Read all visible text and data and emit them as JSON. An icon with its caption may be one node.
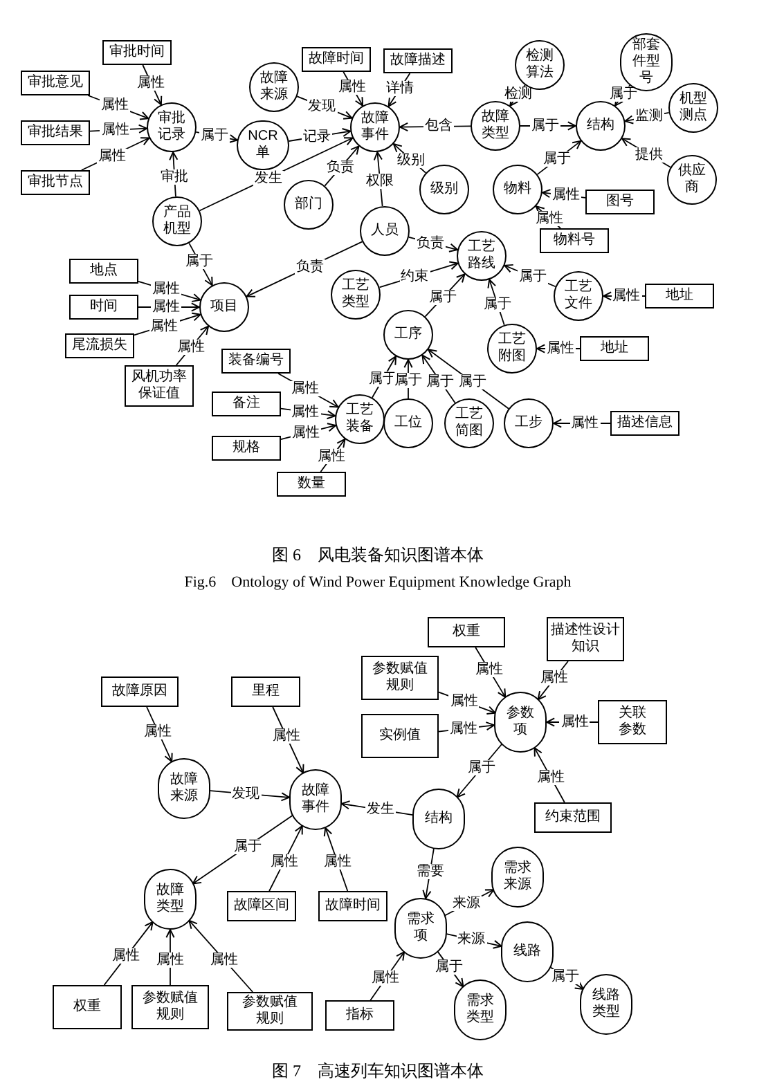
{
  "diagram": {
    "nodes": [
      {
        "text": [
          "审批时间"
        ]
      },
      {
        "text": [
          "审批意见"
        ]
      },
      {
        "text": [
          "审批结果"
        ]
      },
      {
        "text": [
          "审批节点"
        ]
      },
      {
        "text": [
          "审批记录"
        ]
      },
      {
        "text": [
          "NCR单"
        ]
      },
      {
        "text": [
          "故障来源"
        ]
      },
      {
        "text": [
          "故障时间"
        ]
      },
      {
        "text": [
          "故障描述"
        ]
      },
      {
        "text": [
          "故障事件"
        ]
      },
      {
        "text": [
          "检测算法"
        ]
      },
      {
        "text": [
          "部套件型号"
        ]
      },
      {
        "text": [
          "机型测点"
        ]
      },
      {
        "text": [
          "故障类型"
        ]
      },
      {
        "text": [
          "结构"
        ]
      },
      {
        "text": [
          "供应商"
        ]
      },
      {
        "text": [
          "级别"
        ]
      },
      {
        "text": [
          "物料"
        ]
      },
      {
        "text": [
          "图号"
        ]
      },
      {
        "text": [
          "物料号"
        ]
      },
      {
        "text": [
          "部门"
        ]
      },
      {
        "text": [
          "产品机型"
        ]
      },
      {
        "text": [
          "人员"
        ]
      },
      {
        "text": [
          "工艺路线"
        ]
      },
      {
        "text": [
          "地点"
        ]
      },
      {
        "text": [
          "项目"
        ]
      },
      {
        "text": [
          "时间"
        ]
      },
      {
        "text": [
          "工艺类型"
        ]
      },
      {
        "text": [
          "工艺文件"
        ]
      },
      {
        "text": [
          "地址"
        ]
      },
      {
        "text": [
          "尾流损失"
        ]
      },
      {
        "text": [
          "工序"
        ]
      },
      {
        "text": [
          "工艺附图"
        ]
      },
      {
        "text": [
          "地址"
        ]
      },
      {
        "text": [
          "风机功率保证值"
        ]
      },
      {
        "text": [
          "装备编号"
        ]
      },
      {
        "text": [
          "备注"
        ]
      },
      {
        "text": [
          "工艺装备"
        ]
      },
      {
        "text": [
          "工位"
        ]
      },
      {
        "text": [
          "工艺简图"
        ]
      },
      {
        "text": [
          "工步"
        ]
      },
      {
        "text": [
          "描述信息"
        ]
      },
      {
        "text": [
          "规格"
        ]
      },
      {
        "text": [
          "数量"
        ]
      },
      {
        "text": [
          "权重"
        ]
      },
      {
        "text": [
          "描述性设计知识"
        ]
      },
      {
        "text": [
          "参数赋值规则"
        ]
      },
      {
        "text": [
          "故障原因"
        ]
      },
      {
        "text": [
          "里程"
        ]
      },
      {
        "text": [
          "参数项"
        ]
      },
      {
        "text": [
          "关联参数"
        ]
      },
      {
        "text": [
          "实例值"
        ]
      },
      {
        "text": [
          "故障来源"
        ]
      },
      {
        "text": [
          "故障事件"
        ]
      },
      {
        "text": [
          "结构"
        ]
      },
      {
        "text": [
          "约束范围"
        ]
      },
      {
        "text": [
          "故障类型"
        ]
      },
      {
        "text": [
          "故障区间"
        ]
      },
      {
        "text": [
          "故障时间"
        ]
      },
      {
        "text": [
          "需求来源"
        ]
      },
      {
        "text": [
          "需求项"
        ]
      },
      {
        "text": [
          "线路"
        ]
      },
      {
        "text": [
          "权重"
        ]
      },
      {
        "text": [
          "参数赋值规则"
        ]
      },
      {
        "text": [
          "参数赋值规则"
        ]
      },
      {
        "text": [
          "指标"
        ]
      },
      {
        "text": [
          "需求类型"
        ]
      },
      {
        "text": [
          "线路类型"
        ]
      }
    ],
    "edges": [
      {
        "from": 0,
        "to": 4,
        "label": "属性",
        "arrow": "to"
      },
      {
        "from": 1,
        "to": 4,
        "label": "属性",
        "arrow": "to"
      },
      {
        "from": 2,
        "to": 4,
        "label": "属性",
        "arrow": "to"
      },
      {
        "from": 3,
        "to": 4,
        "label": "属性",
        "arrow": "to"
      },
      {
        "from": 4,
        "to": 5,
        "label": "属于",
        "arrow": "to"
      },
      {
        "from": 5,
        "to": 9,
        "label": "记录",
        "arrow": "to"
      },
      {
        "from": 6,
        "to": 9,
        "label": "发现",
        "arrow": "to"
      },
      {
        "from": 7,
        "to": 9,
        "label": "属性",
        "arrow": "to"
      },
      {
        "from": 8,
        "to": 9,
        "label": "详情",
        "arrow": "to"
      },
      {
        "from": 13,
        "to": 9,
        "label": "包含",
        "arrow": "to"
      },
      {
        "from": 10,
        "to": 13,
        "label": "检测",
        "arrow": "to"
      },
      {
        "from": 13,
        "to": 14,
        "label": "属于",
        "arrow": "to"
      },
      {
        "from": 11,
        "to": 14,
        "label": "属于",
        "arrow": "to"
      },
      {
        "from": 12,
        "to": 14,
        "label": "监测",
        "arrow": "to"
      },
      {
        "from": 15,
        "to": 14,
        "label": "提供",
        "arrow": "to"
      },
      {
        "from": 16,
        "to": 9,
        "label": "级别",
        "arrow": "to"
      },
      {
        "from": 17,
        "to": 14,
        "label": "属于",
        "arrow": "to"
      },
      {
        "from": 18,
        "to": 17,
        "label": "属性",
        "arrow": "to"
      },
      {
        "from": 19,
        "to": 17,
        "label": "属性",
        "arrow": "to"
      },
      {
        "from": 21,
        "to": 4,
        "label": "审批",
        "arrow": "to"
      },
      {
        "from": 21,
        "to": 9,
        "label": "发生",
        "arrow": "to"
      },
      {
        "from": 20,
        "to": 9,
        "label": "负责",
        "arrow": "to"
      },
      {
        "from": 22,
        "to": 9,
        "label": "权限",
        "arrow": "to"
      },
      {
        "from": 21,
        "to": 25,
        "label": "属于",
        "arrow": "to"
      },
      {
        "from": 22,
        "to": 25,
        "label": "负责",
        "arrow": "to"
      },
      {
        "from": 22,
        "to": 23,
        "label": "负责",
        "arrow": "to"
      },
      {
        "from": 24,
        "to": 25,
        "label": "属性",
        "arrow": "to"
      },
      {
        "from": 26,
        "to": 25,
        "label": "属性",
        "arrow": "to"
      },
      {
        "from": 30,
        "to": 25,
        "label": "属性",
        "arrow": "to"
      },
      {
        "from": 34,
        "to": 25,
        "label": "属性",
        "arrow": "to"
      },
      {
        "from": 27,
        "to": 23,
        "label": "约束",
        "arrow": "to"
      },
      {
        "from": 31,
        "to": 23,
        "label": "属于",
        "arrow": "to"
      },
      {
        "from": 32,
        "to": 23,
        "label": "属于",
        "arrow": "to"
      },
      {
        "from": 28,
        "to": 23,
        "label": "属于",
        "arrow": "to"
      },
      {
        "from": 29,
        "to": 28,
        "label": "属性",
        "arrow": "to"
      },
      {
        "from": 33,
        "to": 32,
        "label": "属性",
        "arrow": "to"
      },
      {
        "from": 37,
        "to": 31,
        "label": "属于",
        "arrow": "to"
      },
      {
        "from": 38,
        "to": 31,
        "label": "属于",
        "arrow": "to"
      },
      {
        "from": 39,
        "to": 31,
        "label": "属于",
        "arrow": "to"
      },
      {
        "from": 40,
        "to": 31,
        "label": "属于",
        "arrow": "to"
      },
      {
        "from": 41,
        "to": 40,
        "label": "属性",
        "arrow": "to"
      },
      {
        "from": 35,
        "to": 37,
        "label": "属性",
        "arrow": "to"
      },
      {
        "from": 36,
        "to": 37,
        "label": "属性",
        "arrow": "to"
      },
      {
        "from": 42,
        "to": 37,
        "label": "属性",
        "arrow": "to"
      },
      {
        "from": 43,
        "to": 37,
        "label": "属性",
        "arrow": "to"
      },
      {
        "from": 47,
        "to": 52,
        "label": "属性",
        "arrow": "to"
      },
      {
        "from": 48,
        "to": 53,
        "label": "属性",
        "arrow": "to"
      },
      {
        "from": 52,
        "to": 53,
        "label": "发现",
        "arrow": "to"
      },
      {
        "from": 54,
        "to": 53,
        "label": "发生",
        "arrow": "to"
      },
      {
        "from": 44,
        "to": 49,
        "label": "属性",
        "arrow": "to"
      },
      {
        "from": 46,
        "to": 49,
        "label": "属性",
        "arrow": "to"
      },
      {
        "from": 51,
        "to": 49,
        "label": "属性",
        "arrow": "to"
      },
      {
        "from": 45,
        "to": 49,
        "label": "属性",
        "arrow": "to"
      },
      {
        "from": 50,
        "to": 49,
        "label": "属性",
        "arrow": "to"
      },
      {
        "from": 55,
        "to": 49,
        "label": "属性",
        "arrow": "to"
      },
      {
        "from": 49,
        "to": 54,
        "label": "属于",
        "arrow": "to"
      },
      {
        "from": 53,
        "to": 56,
        "label": "属于",
        "arrow": "to"
      },
      {
        "from": 57,
        "to": 53,
        "label": "属性",
        "arrow": "to"
      },
      {
        "from": 58,
        "to": 53,
        "label": "属性",
        "arrow": "to"
      },
      {
        "from": 62,
        "to": 56,
        "label": "属性",
        "arrow": "to"
      },
      {
        "from": 63,
        "to": 56,
        "label": "属性",
        "arrow": "to"
      },
      {
        "from": 64,
        "to": 56,
        "label": "属性",
        "arrow": "to"
      },
      {
        "from": 54,
        "to": 60,
        "label": "需要",
        "arrow": "to"
      },
      {
        "from": 60,
        "to": 59,
        "label": "来源",
        "arrow": "to"
      },
      {
        "from": 60,
        "to": 61,
        "label": "来源",
        "arrow": "to"
      },
      {
        "from": 60,
        "to": 66,
        "label": "属于",
        "arrow": "to"
      },
      {
        "from": 61,
        "to": 67,
        "label": "属于",
        "arrow": "to"
      },
      {
        "from": 65,
        "to": 60,
        "label": "属性",
        "arrow": "to"
      }
    ],
    "labels": [
      "图 6　风电装备知识图谱本体",
      "Fig.6　Ontology of Wind Power Equipment Knowledge Graph",
      "图 7　高速列车知识图谱本体"
    ]
  }
}
